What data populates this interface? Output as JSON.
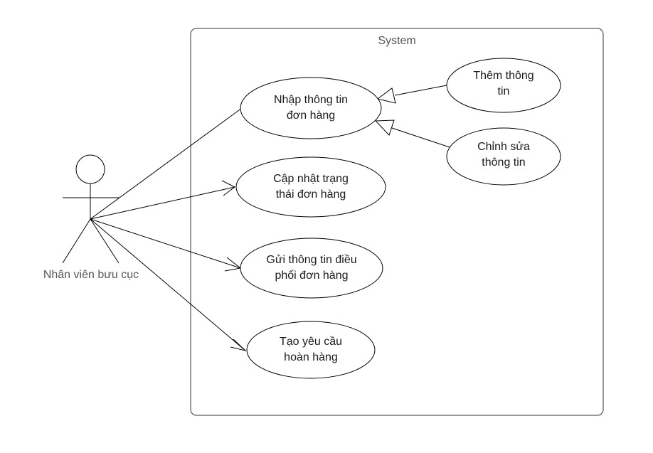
{
  "system": {
    "title": "System"
  },
  "actor": {
    "name": "Nhân viên bưu cục"
  },
  "use_cases": [
    {
      "id": "nhap",
      "lines": [
        "Nhập thông tin",
        "đơn hàng"
      ]
    },
    {
      "id": "capnhat",
      "lines": [
        "Cập nhật trạng",
        "thái đơn hàng"
      ]
    },
    {
      "id": "gui",
      "lines": [
        "Gửi thông tin điều",
        "phối đơn hàng"
      ]
    },
    {
      "id": "tao",
      "lines": [
        "Tạo yêu cầu",
        "hoàn hàng"
      ]
    },
    {
      "id": "them",
      "lines": [
        "Thêm thông",
        "tin"
      ]
    },
    {
      "id": "chinh",
      "lines": [
        "Chỉnh sửa",
        "thông tin"
      ]
    }
  ],
  "relations": [
    {
      "from": "actor",
      "to": "nhap",
      "type": "association"
    },
    {
      "from": "actor",
      "to": "capnhat",
      "type": "association"
    },
    {
      "from": "actor",
      "to": "gui",
      "type": "association"
    },
    {
      "from": "actor",
      "to": "tao",
      "type": "association"
    },
    {
      "from": "them",
      "to": "nhap",
      "type": "generalization"
    },
    {
      "from": "chinh",
      "to": "nhap",
      "type": "generalization"
    }
  ],
  "colors": {
    "line": "#000000",
    "system_border": "#333333",
    "label_gray": "#555555"
  }
}
